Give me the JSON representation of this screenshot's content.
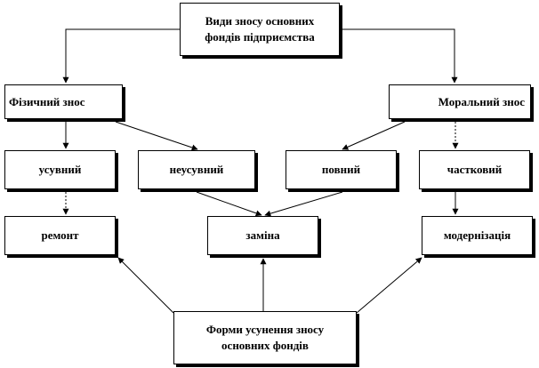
{
  "nodes": {
    "root": "Види зносу основних\nфондів підприємства",
    "phys": "Фізичний знос",
    "moral": "Моральний знос",
    "usuv": "усувний",
    "neusuv": "неусувний",
    "povn": "повний",
    "chast": "частковий",
    "remont": "ремонт",
    "zamina": "заміна",
    "modern": "модернізація",
    "forms": "Форми усунення зносу\nосновних фондів"
  }
}
